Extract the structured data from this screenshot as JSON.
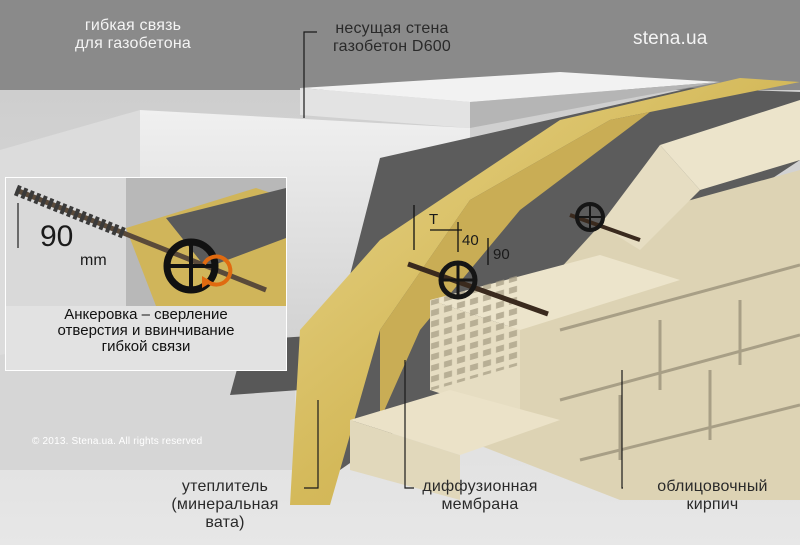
{
  "labels": {
    "flexible_tie": [
      "гибкая связь",
      "для газобетона"
    ],
    "bearing_wall": [
      "несущая стена",
      "газобетон D600"
    ],
    "insulation": [
      "утеплитель",
      "(минеральная вата)"
    ],
    "membrane": [
      "диффузионная",
      "мембрана"
    ],
    "facing_brick": [
      "облицовочный",
      "кирпич"
    ]
  },
  "brand": "stena.ua",
  "inset": {
    "dimension": "90",
    "unit": "mm",
    "caption": [
      "Анкеровка – сверление",
      "отверстия и ввинчивание",
      "гибкой связи"
    ]
  },
  "dimensions": {
    "t": "T",
    "d40": "40",
    "d90": "90"
  },
  "copyright": "© 2013. Stena.ua. All rights reserved",
  "colors": {
    "background": "#e9e9e9",
    "aerated_concrete": "#d9d9d9",
    "mineral_wool": "#d8bf62",
    "membrane": "#5c5c5c",
    "brick": "#e4dbc0",
    "tie": "#3a2a1e"
  }
}
